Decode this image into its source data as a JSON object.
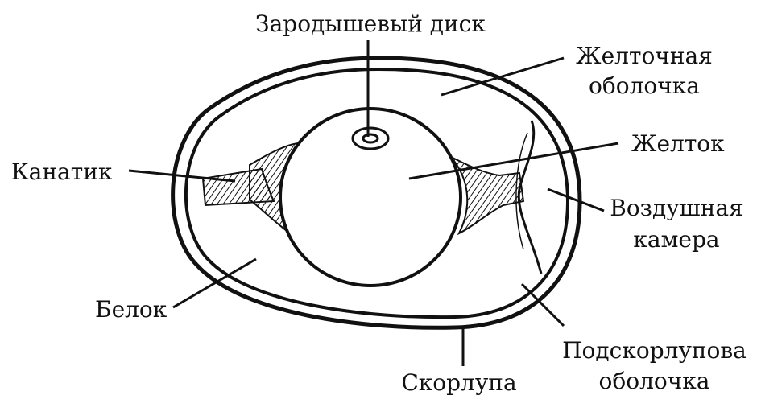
{
  "labels": {
    "embryonic_disc": "Зародышевый диск",
    "yolk_membrane_1": "Желточная",
    "yolk_membrane_2": "оболочка",
    "yolk": "Желток",
    "chalaza": "Канатик",
    "air_cell_1": "Воздушная",
    "air_cell_2": "камера",
    "albumen": "Белок",
    "shell_membrane_1": "Подскорлупова",
    "shell_membrane_2": "оболочка",
    "shell": "Скорлупа"
  },
  "colors": {
    "ink": "#111111",
    "paper": "#ffffff"
  }
}
